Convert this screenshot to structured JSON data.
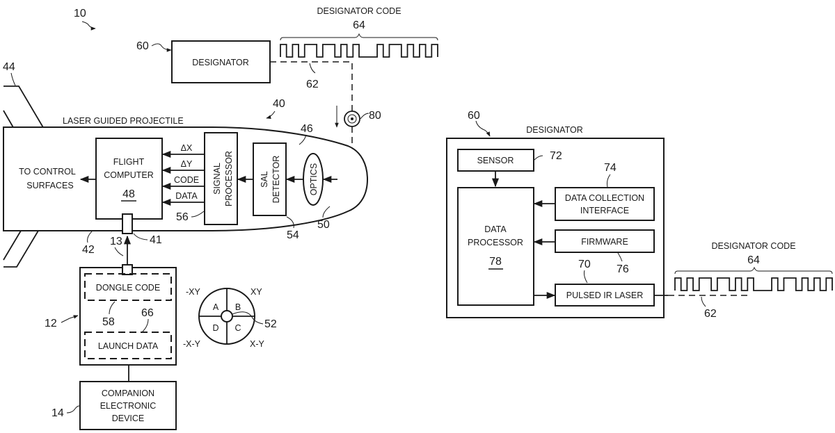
{
  "figure": {
    "system_ref": "10",
    "top_designator": {
      "ref": "60",
      "label": "DESIGNATOR",
      "beam_ref": "62",
      "code_title": "DESIGNATOR CODE",
      "code_ref": "64",
      "pulse_pattern": [
        1,
        0,
        1,
        0,
        1,
        1,
        0,
        1,
        1,
        0,
        1,
        0,
        1,
        0,
        0,
        0,
        1,
        0,
        1,
        1,
        0,
        1,
        0,
        1,
        0,
        1
      ]
    },
    "polarizer_ref": "80",
    "projectile": {
      "title": "LASER GUIDED PROJECTILE",
      "ref": "40",
      "fin_ref": "44",
      "body_ref": "42",
      "nose_ref": "46",
      "port_ref": "41",
      "link_ref": "13",
      "control_label_line1": "TO CONTROL",
      "control_label_line2": "SURFACES",
      "flight_computer": {
        "line1": "FLIGHT",
        "line2": "COMPUTER",
        "ref": "48"
      },
      "signals": [
        "ΔX",
        "ΔY",
        "CODE",
        "DATA"
      ],
      "signal_processor": {
        "line1": "SIGNAL",
        "line2": "PROCESSOR",
        "ref": "56"
      },
      "sal_detector": {
        "line1": "SAL",
        "line2": "DETECTOR",
        "ref": "54"
      },
      "optics": {
        "label": "OPTICS",
        "ref": "50"
      }
    },
    "dongle": {
      "ref": "12",
      "dongle_code_label": "DONGLE CODE",
      "dongle_code_ref": "58",
      "launch_data_label": "LAUNCH DATA",
      "launch_data_ref": "66"
    },
    "companion": {
      "ref": "14",
      "line1": "COMPANION",
      "line2": "ELECTRONIC",
      "line3": "DEVICE"
    },
    "quad_detector": {
      "ref": "52",
      "quadrants": [
        "A",
        "B",
        "C",
        "D"
      ],
      "corner_labels": {
        "top_left": "-XY",
        "top_right": "XY",
        "bottom_left": "-X-Y",
        "bottom_right": "X-Y"
      }
    },
    "designator_detail": {
      "ref": "60",
      "title": "DESIGNATOR",
      "sensor": {
        "label": "SENSOR",
        "ref": "72"
      },
      "data_collection": {
        "line1": "DATA COLLECTION",
        "line2": "INTERFACE",
        "ref": "74"
      },
      "data_processor": {
        "line1": "DATA",
        "line2": "PROCESSOR",
        "ref": "78"
      },
      "firmware": {
        "label": "FIRMWARE",
        "ref": "76"
      },
      "laser": {
        "label": "PULSED IR LASER",
        "ref": "70"
      },
      "beam_ref": "62",
      "code_title": "DESIGNATOR CODE",
      "code_ref": "64"
    }
  }
}
